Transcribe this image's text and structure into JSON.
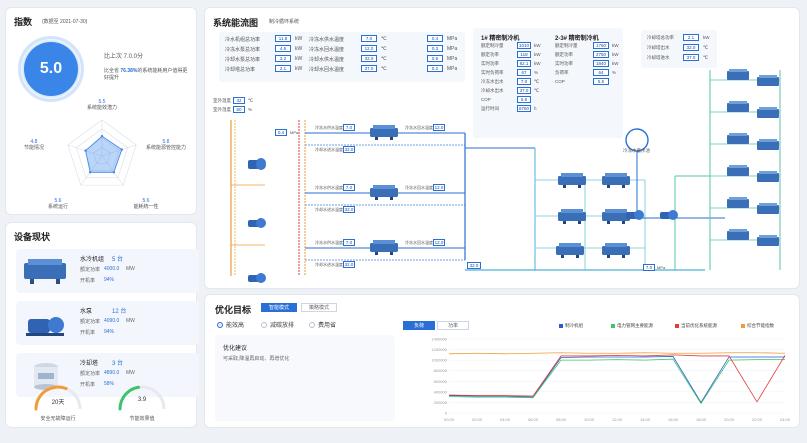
{
  "score": {
    "title": "指数",
    "subtitle": "(数据至 2021-07-30)",
    "value": "5.0",
    "compare": "比上次 7.0.0分",
    "desc": "比全省 76.38%的系统能耗用户值得更好提升",
    "desc_hl": "76.38%",
    "radar": [
      {
        "value": "5.5",
        "label": "系统能效潜力"
      },
      {
        "value": "5.8",
        "label": "系统能源管控能力"
      },
      {
        "value": "5.6",
        "label": "能耗统一性"
      },
      {
        "value": "5.6",
        "label": "系统运行"
      },
      {
        "value": "4.8",
        "label": "节能情况"
      }
    ]
  },
  "equipment": {
    "title": "设备现状",
    "cards": [
      {
        "name": "水冷机组",
        "count": "5 台",
        "power_label": "额定功率",
        "power": "4000.0",
        "power_unit": "MW",
        "ratio_label": "开机率",
        "ratio": "94%"
      },
      {
        "name": "水泵",
        "count": "12 台",
        "power_label": "额定功率",
        "power": "4090.0",
        "power_unit": "MW",
        "ratio_label": "开机率",
        "ratio": "94%"
      },
      {
        "name": "冷却塔",
        "count": "3 台",
        "power_label": "额定功率",
        "power": "4890.0",
        "power_unit": "MW",
        "ratio_label": "开机率",
        "ratio": "58%"
      }
    ],
    "gauges": [
      {
        "value": "20天",
        "label": "安全无故障运行",
        "color": "#f29b38",
        "level": 0.62
      },
      {
        "value": "3.9",
        "label": "节能效果值",
        "color": "#3cc46a",
        "level": 0.45
      }
    ]
  },
  "flow": {
    "title": "系统能流图",
    "subtitle": "制冷循环系统",
    "unit_kw": "kW",
    "unit_c": "℃",
    "unit_mpa": "MPa",
    "params_left": [
      [
        "冷水机组总功率",
        "11.8"
      ],
      [
        "冷冻水泵总功率",
        "4.6"
      ],
      [
        "冷却水泵总功率",
        "3.2"
      ],
      [
        "冷却塔总功率",
        "2.1"
      ]
    ],
    "params_mid": [
      [
        "冷冻水供水温度",
        "7.0"
      ],
      [
        "冷冻水回水温度",
        "12.0"
      ],
      [
        "冷却水供水温度",
        "32.0"
      ],
      [
        "冷却水回水温度",
        "37.0"
      ]
    ],
    "params_right": [
      "0.4",
      "0.3",
      "0.5",
      "0.2"
    ],
    "chiller1": {
      "title": "1# 精密制冷机",
      "rows": [
        [
          "额定制冷量",
          "1010",
          "kW"
        ],
        [
          "额定功率",
          "118",
          "kW"
        ],
        [
          "实时功率",
          "82.1",
          "kW"
        ],
        [
          "实时负荷率",
          "67",
          "%"
        ],
        [
          "冷冻水出水",
          "7.0",
          "℃"
        ],
        [
          "冷却水出水",
          "37.0",
          "℃"
        ],
        [
          "COP",
          "5.8",
          ""
        ],
        [
          "运行时间",
          "8760",
          "h"
        ]
      ]
    },
    "chiller2": {
      "title": "2-3# 精密制冷机",
      "rows": [
        [
          "额定制冷量",
          "1760",
          "kW"
        ],
        [
          "额定功率",
          "2750",
          "kW"
        ],
        [
          "实时功率",
          "1840",
          "kW"
        ],
        [
          "负荷率",
          "64",
          "%"
        ],
        [
          "COP",
          "5.5",
          ""
        ]
      ]
    },
    "tr_params": [
      [
        "冷却塔总功率",
        "2.1"
      ],
      [
        "冷却塔出水",
        "32.0"
      ],
      [
        "冷却塔进水",
        "37.0"
      ]
    ],
    "weather": [
      [
        "室外温度",
        "32"
      ],
      [
        "室外湿度",
        "60"
      ]
    ],
    "tank_label": "冷冻水蓄水池",
    "pipe_labels": [
      "冷冻水供水温度",
      "冷冻水回水温度",
      "冷却水进水温度"
    ],
    "pipe_values": [
      "7.0",
      "12.0",
      "32.0"
    ]
  },
  "optim": {
    "title": "优化目标",
    "tabs": [
      "智能模式",
      "策略模式"
    ],
    "radios": [
      "能效高",
      "减碳放排",
      "费用省"
    ],
    "advice_title": "优化建议",
    "advice_text": "可采取,降温再启动、再增优化",
    "chart_tabs": [
      "负荷",
      "功率"
    ],
    "legend": [
      {
        "name": "制冷机组",
        "color": "#2a5bd7"
      },
      {
        "name": "电力管网主要能源",
        "color": "#3cc46a"
      },
      {
        "name": "当前优化系统能源",
        "color": "#e23b3b"
      },
      {
        "name": "综合节能指数",
        "color": "#f29b38"
      }
    ]
  },
  "chart_data": {
    "type": "line",
    "x": [
      "00:00",
      "02:00",
      "04:00",
      "06:00",
      "08:00",
      "10:00",
      "12:00",
      "14:00",
      "16:00",
      "18:00",
      "20:00",
      "22:00",
      "24:00"
    ],
    "ylim": [
      0,
      1400000
    ],
    "yticks": [
      "1400000",
      "1200000",
      "1000000",
      "800000",
      "600000",
      "400000",
      "200000",
      "0"
    ],
    "series": [
      {
        "name": "制冷机组",
        "values": [
          330000,
          320000,
          320000,
          300000,
          1050000,
          1060000,
          1060000,
          1060000,
          1070000,
          200000,
          1060000,
          1060000,
          1060000
        ]
      },
      {
        "name": "电力管网主要能源",
        "values": [
          310000,
          300000,
          300000,
          290000,
          1000000,
          1000000,
          1010000,
          1000000,
          1020000,
          180000,
          1000000,
          1010000,
          1010000
        ]
      },
      {
        "name": "当前优化系统能源",
        "values": [
          340000,
          330000,
          330000,
          320000,
          1080000,
          1080000,
          1090000,
          1080000,
          1100000,
          1080000,
          1080000,
          210000,
          1090000
        ]
      },
      {
        "name": "综合节能指数",
        "values": [
          1120000,
          1130000,
          1120000,
          1130000,
          1140000,
          1130000,
          1130000,
          1140000,
          1130000,
          1130000,
          1140000,
          1140000,
          1130000
        ]
      }
    ]
  }
}
